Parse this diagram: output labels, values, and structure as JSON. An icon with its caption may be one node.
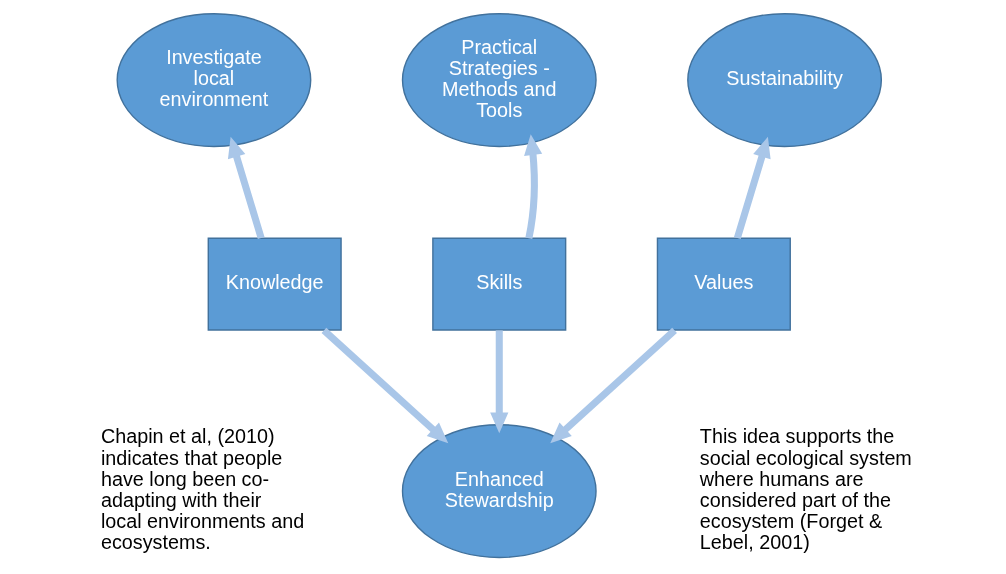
{
  "diagram": {
    "nodes": [
      {
        "text": [
          "Practical Strategies - Methods and Tools"
        ]
      },
      {
        "text": [
          "Investigate local environment"
        ]
      },
      {
        "text": [
          "Sustainability"
        ]
      },
      {
        "text": [
          "Skills"
        ]
      },
      {
        "text": [
          "Knowledge"
        ]
      },
      {
        "text": [
          "Values"
        ]
      },
      {
        "text": [
          "Enhanced Stewardship"
        ]
      }
    ],
    "edges": [
      {
        "from": 3,
        "to": 0,
        "arrow": "to"
      },
      {
        "from": 4,
        "to": 1,
        "arrow": "to"
      },
      {
        "from": 5,
        "to": 2,
        "arrow": "to"
      },
      {
        "from": 3,
        "to": 6,
        "arrow": "to"
      },
      {
        "from": 4,
        "to": 6,
        "arrow": "to"
      },
      {
        "from": 5,
        "to": 6,
        "arrow": "to"
      }
    ],
    "labels": [
      "Chapin et al, (2010) indicates that people have long been co-adapting with their local environments and ecosystems.",
      "This idea supports the social ecological system where humans are considered part of the ecosystem (Forget & Lebel, 2001)"
    ]
  }
}
